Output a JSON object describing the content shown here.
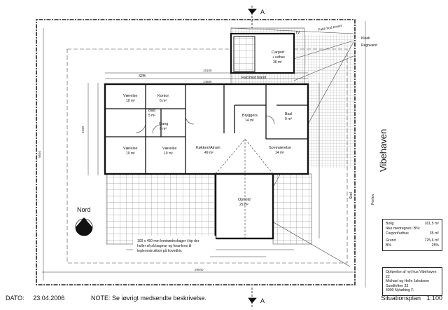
{
  "section_marks": {
    "top": "A",
    "bottom": "A"
  },
  "street": "Vibehaven",
  "north_label": "Nord",
  "fortov": "Fortov",
  "skel": "Skel",
  "boundary_labels": {
    "fald1": "Fald mod brand",
    "fald2": "Fald mod brand",
    "spb": "SPB",
    "tv": "TV",
    "kloak": "Kloak",
    "regnvand": "Regnvand"
  },
  "rooms": {
    "vaerelse_nw": {
      "name": "Værelse",
      "area": "10 m²"
    },
    "kontor": {
      "name": "Kontor",
      "area": "6 m²"
    },
    "bad_w": {
      "name": "Bad",
      "area": "5 m²"
    },
    "gang": {
      "name": "Gang",
      "area": "6 m²"
    },
    "bryggers": {
      "name": "Bryggers",
      "area": "14 m²"
    },
    "bad_e": {
      "name": "Bad",
      "area": "9 m²"
    },
    "vaerelse_sw": {
      "name": "Værelse",
      "area": "10 m²"
    },
    "vaerelse_s": {
      "name": "Værelse",
      "area": "10 m²"
    },
    "koekken": {
      "name": "Køkken/Alrum",
      "area": "49 m²"
    },
    "soveroom": {
      "name": "Soveværelse",
      "area": "14 m²"
    },
    "ophold": {
      "name": "Ophold",
      "area": "29 m²"
    },
    "carport": {
      "name": "Carport",
      "sub": "+ udhus",
      "area": "36 m²"
    }
  },
  "dims": {
    "overall": "29940",
    "building": "15100",
    "inner": "14880",
    "d1": "5330",
    "d2": "9640"
  },
  "note_box": [
    "100 x 450 mm lemtrædeshager i kip der",
    "huller af på bagmur og forankres til",
    "tegleonstruktion på hovedkiv."
  ],
  "stats": {
    "bolig": {
      "label": "Bolig",
      "value": "161,5 m²"
    },
    "ikke_medregnet": {
      "label": "Ikke medregnet i B%:",
      "value": ""
    },
    "carport": {
      "label": "Carport/udhus",
      "value": "35 m²"
    },
    "grund": {
      "label": "Grund",
      "value": "725,6 m²"
    },
    "bebyggelse": {
      "label": "B%",
      "value": "25%"
    }
  },
  "owner": [
    "Opførelse af nyt hus Vibehaven 22",
    "Michael og Helle Jakobsen",
    "Sundfoften 33",
    "4000 Nykøbing F."
  ],
  "footer": {
    "date_label": "DATO:",
    "date": "23.04.2006",
    "note": "NOTE: Se iøvrigt medsendte beskrivelse.",
    "title": "Situationsplan",
    "scale": "1:100"
  }
}
